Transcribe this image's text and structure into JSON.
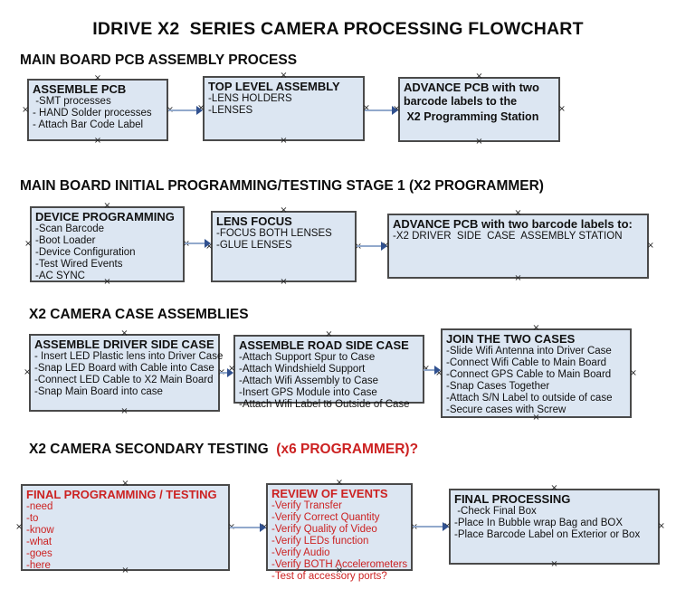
{
  "title": "IDRIVE X2  SERIES CAMERA PROCESSING FLOWCHART",
  "colors": {
    "box_fill": "#dce6f2",
    "box_border": "#4a4a4a",
    "red_text": "#cc2222",
    "arrow_line": "#92a9cc",
    "arrow_head": "#31518f"
  },
  "sections": [
    {
      "header": "MAIN BOARD PCB ASSEMBLY PROCESS",
      "boxes": [
        {
          "title": "ASSEMBLE PCB",
          "items": [
            " -SMT processes",
            "- HAND Solder processes",
            "- Attach Bar Code Label"
          ]
        },
        {
          "title": "TOP LEVEL ASSEMBLY",
          "items": [
            "-LENS HOLDERS",
            "-LENSES"
          ]
        },
        {
          "title": "ADVANCE PCB with two",
          "items": [
            "barcode labels to the",
            " X2 Programming Station"
          ]
        }
      ]
    },
    {
      "header": "MAIN BOARD INITIAL PROGRAMMING/TESTING STAGE 1 (X2 PROGRAMMER)",
      "boxes": [
        {
          "title": "DEVICE PROGRAMMING",
          "items": [
            "-Scan Barcode",
            "-Boot Loader",
            "-Device Configuration",
            "-Test Wired Events",
            "-AC SYNC"
          ]
        },
        {
          "title": "LENS FOCUS",
          "items": [
            "-FOCUS BOTH LENSES",
            "-GLUE LENSES"
          ]
        },
        {
          "title": "ADVANCE PCB with two barcode labels to:",
          "items": [
            "-X2 DRIVER  SIDE  CASE  ASSEMBLY STATION"
          ]
        }
      ]
    },
    {
      "header": "X2 CAMERA CASE ASSEMBLIES",
      "boxes": [
        {
          "title": "ASSEMBLE DRIVER SIDE CASE",
          "items": [
            "- Insert LED Plastic lens into Driver Case",
            "-Snap LED Board with Cable into Case",
            "-Connect LED Cable to X2 Main Board",
            "-Snap Main Board into case"
          ]
        },
        {
          "title": "ASSEMBLE ROAD SIDE CASE",
          "items": [
            "-Attach Support Spur to Case",
            "-Attach Windshield Support",
            "-Attach Wifi Assembly to Case",
            "-Insert GPS Module into Case",
            "-Attach Wifi Label to Outside of Case"
          ]
        },
        {
          "title": "JOIN THE TWO CASES",
          "items": [
            "-Slide Wifi Antenna into Driver Case",
            "-Connect Wifi Cable to Main Board",
            "-Connect GPS Cable to Main Board",
            "-Snap Cases Together",
            "-Attach S/N Label to outside of case",
            "-Secure cases with Screw"
          ]
        }
      ]
    },
    {
      "header": "X2 CAMERA SECONDARY TESTING ",
      "header_suffix_red": " (x6 PROGRAMMER)?",
      "boxes": [
        {
          "title": "FINAL PROGRAMMING / TESTING",
          "items": [
            "-need",
            "-to",
            "-know",
            "-what",
            "-goes",
            "-here"
          ]
        },
        {
          "title": "REVIEW OF EVENTS",
          "items": [
            "-Verify Transfer",
            "-Verify Correct Quantity",
            "-Verify Quality of Video",
            "-Verify LEDs function",
            "-Verify Audio",
            "-Verify BOTH Accelerometers",
            "-Test of accessory ports?"
          ]
        },
        {
          "title": "FINAL PROCESSING",
          "items": [
            " -Check Final Box",
            "-Place In Bubble wrap Bag and BOX",
            "-Place Barcode Label on Exterior or Box"
          ]
        }
      ]
    }
  ]
}
